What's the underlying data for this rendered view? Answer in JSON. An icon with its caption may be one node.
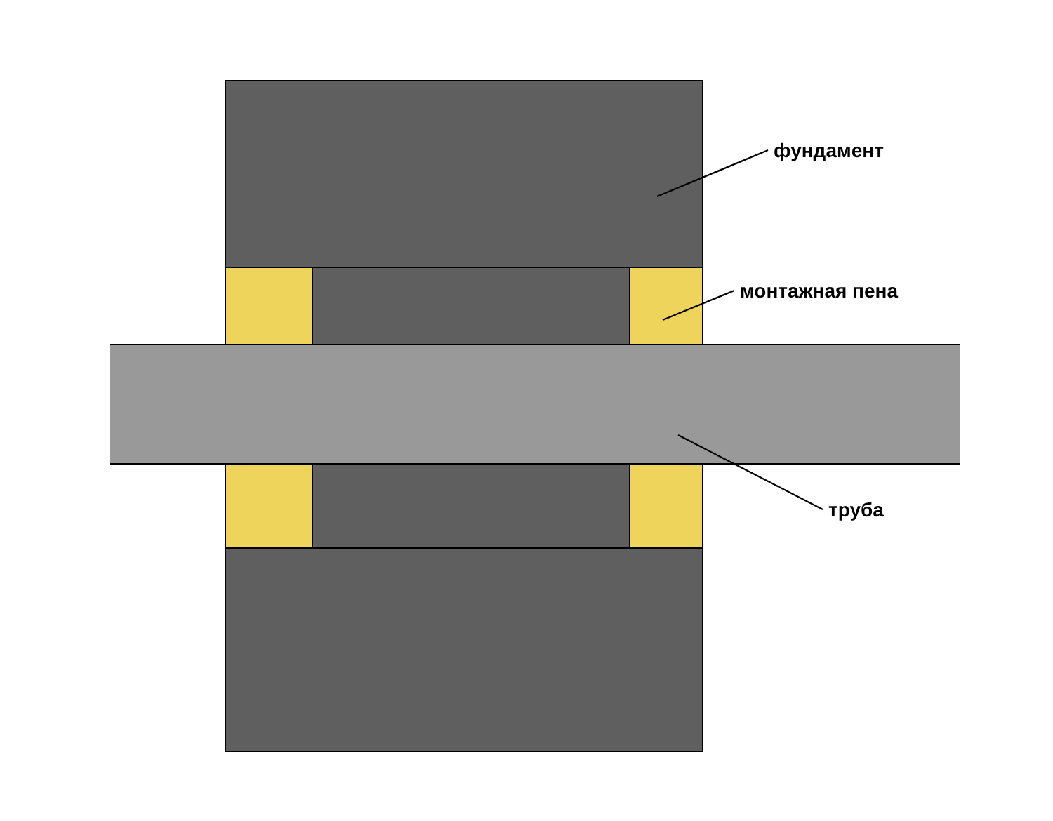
{
  "diagram": {
    "nodes": [
      {
        "text": [
          "фундамент"
        ]
      },
      {
        "text": [],
        "shape": "box"
      },
      {
        "text": [
          "монтажная пена"
        ]
      },
      {
        "text": [],
        "shape": "box"
      },
      {
        "text": [
          "труба"
        ]
      },
      {
        "text": [],
        "shape": "bar"
      },
      {
        "text": [],
        "shape": "box"
      },
      {
        "text": [],
        "shape": "box"
      },
      {
        "text": [],
        "shape": "box"
      },
      {
        "text": [],
        "shape": "box"
      },
      {
        "text": [],
        "shape": "box"
      },
      {
        "text": [],
        "shape": "box"
      }
    ],
    "edges": [
      {
        "from": 0,
        "to": 1,
        "arrow": "none"
      },
      {
        "from": 2,
        "to": 3,
        "arrow": "none"
      },
      {
        "from": 4,
        "to": 5,
        "arrow": "none"
      }
    ]
  }
}
